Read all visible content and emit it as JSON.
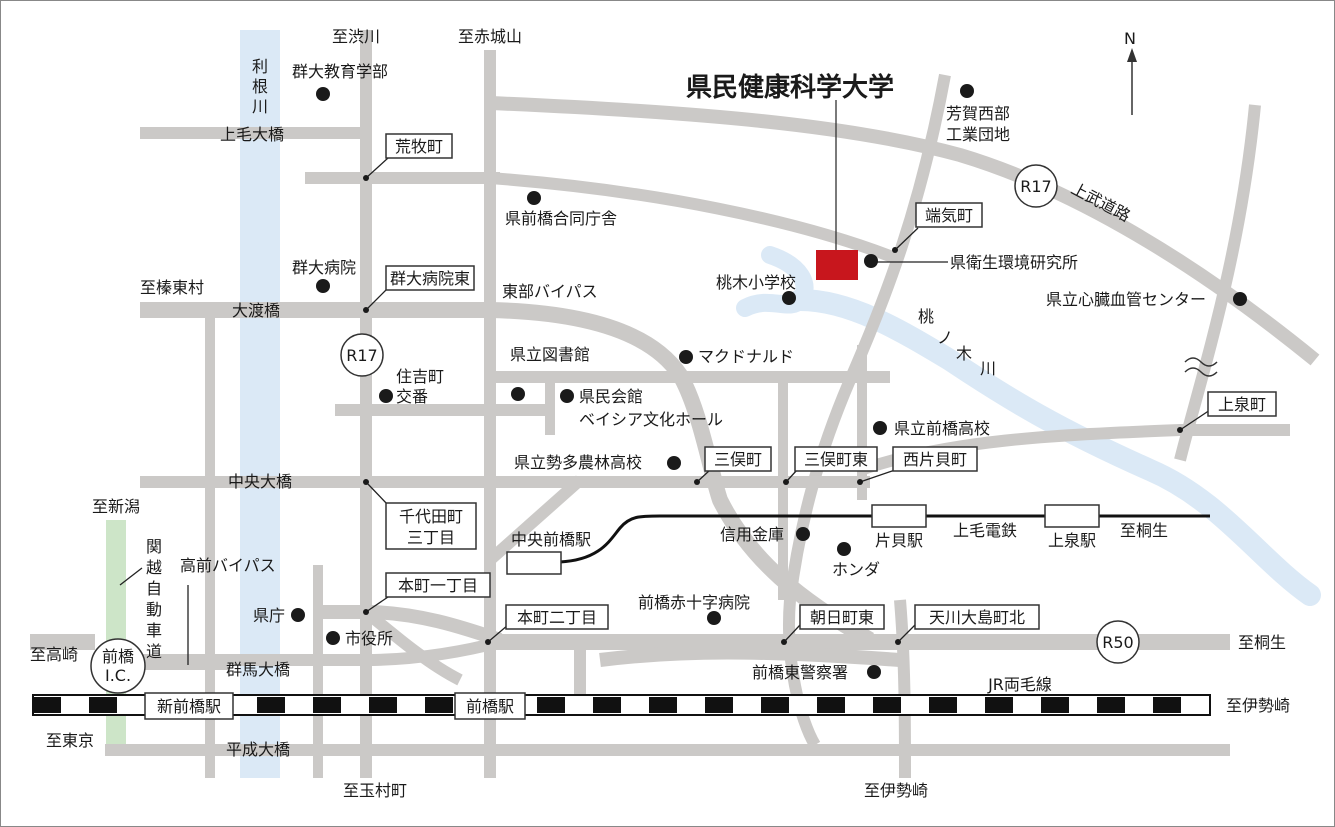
{
  "title": "県民健康科学大学",
  "compass": "N",
  "colors": {
    "road": "#cbc9c7",
    "river": "#dbe9f6",
    "expressway": "#cde5c8",
    "campus": "#c8161d",
    "rail": "#111111"
  },
  "directions": {
    "shibukawa": "至渋川",
    "akagiyama": "至赤城山",
    "shinto": "至榛東村",
    "niigata": "至新潟",
    "takasaki": "至高崎",
    "tokyo": "至東京",
    "tamamura": "至玉村町",
    "isesaki_s": "至伊勢崎",
    "isesaki_e": "至伊勢崎",
    "kiryu_rail": "至桐生",
    "kiryu_road": "至桐生"
  },
  "roads": {
    "r17_west": "R17",
    "r17_east": "R17",
    "r50": "R50",
    "kamitake": "上武道路",
    "tobu_bypass": "東部バイパス",
    "takamae_bypass": "高前バイパス",
    "kanetsu": "関越自動車道",
    "ic": "前橋I.C."
  },
  "river_labels": {
    "tone": "利根川",
    "momonoki": "桃ノ木川"
  },
  "bridges": {
    "kamike": "上毛大橋",
    "owatari": "大渡橋",
    "chuo": "中央大橋",
    "gunma": "群馬大橋",
    "heisei": "平成大橋"
  },
  "intersections": {
    "aramaki": "荒牧町",
    "gundai_byoin_higashi": "群大病院東",
    "chiyodamachi": "千代田町三丁目",
    "honmachi1": "本町一丁目",
    "honmachi2": "本町二丁目",
    "mitsumata": "三俣町",
    "mitsumata_higashi": "三俣町東",
    "nishikatakai": "西片貝町",
    "asahimachi_higashi": "朝日町東",
    "amagawa": "天川大島町北",
    "hashikimachi": "端気町",
    "kamiizumi": "上泉町"
  },
  "stations": {
    "shin_maebashi": "新前橋駅",
    "maebashi": "前橋駅",
    "chuo_maebashi": "中央前橋駅",
    "katakai": "片貝駅",
    "kamiizumi": "上泉駅"
  },
  "railways": {
    "jr": "JR両毛線",
    "jomo": "上毛電鉄"
  },
  "landmarks": {
    "edu": "群大教育学部",
    "godo": "県前橋合同庁舎",
    "byoin": "群大病院",
    "koban": "住吉町交番",
    "library": "県立図書館",
    "kenmin": "県民会館ベイシア文化ホール",
    "mcd": "マクドナルド",
    "momonoki_school": "桃木小学校",
    "eisei": "県衛生環境研究所",
    "haga": "芳賀西部工業団地",
    "heart": "県立心臓血管センター",
    "maebashi_hs": "県立前橋高校",
    "seta": "県立勢多農林高校",
    "shinkin": "信用金庫",
    "honda": "ホンダ",
    "redcross": "前橋赤十字病院",
    "kencho": "県庁",
    "shiyakusho": "市役所",
    "police": "前橋東警察署"
  }
}
